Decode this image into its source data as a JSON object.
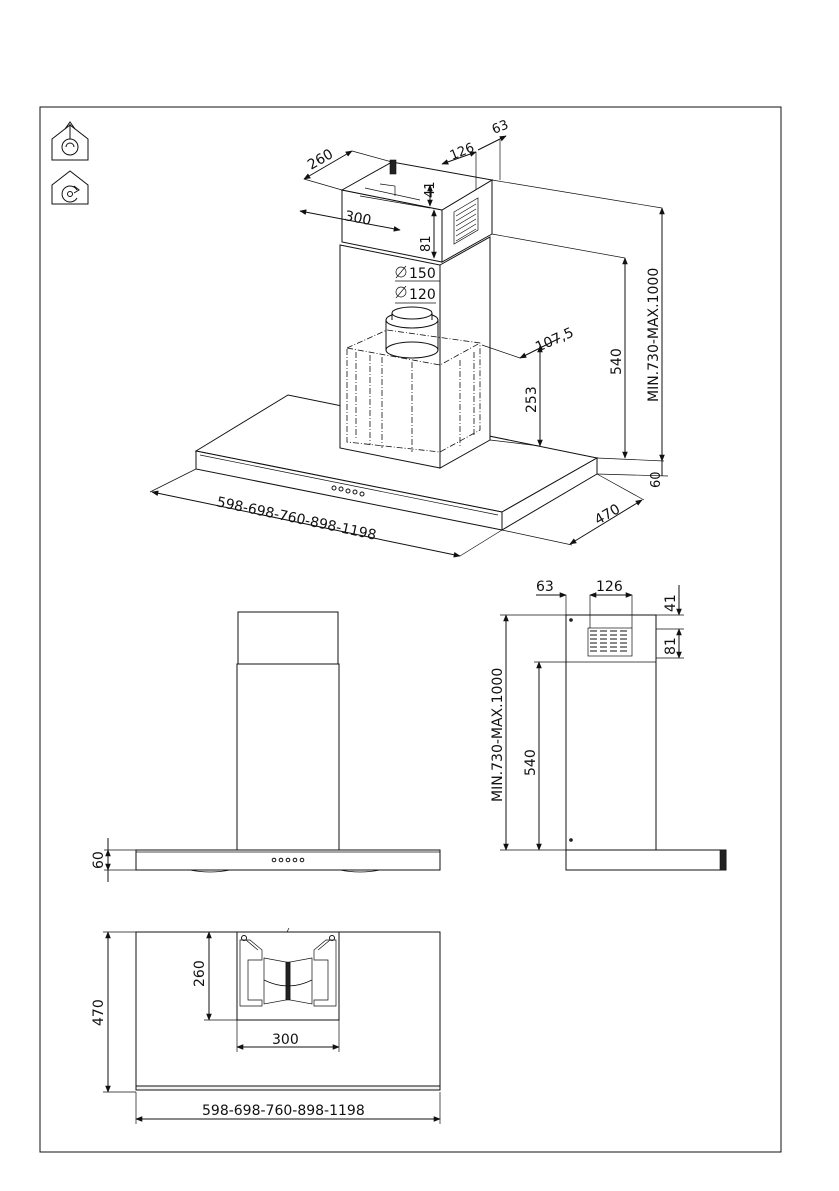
{
  "icons": {
    "ducted": "ducted-mode-icon",
    "recirculation": "recirculation-mode-icon"
  },
  "iso": {
    "d260": "260",
    "d126": "126",
    "d63": "63",
    "d41": "41",
    "d300": "300",
    "d81": "81",
    "d150": "150",
    "d120": "120",
    "d107": "107,5",
    "d540": "540",
    "dmin": "MIN.730-MAX.1000",
    "d253": "253",
    "d60": "60",
    "d470": "470",
    "dwidth": "598-698-760-898-1198"
  },
  "front": {
    "d60": "60"
  },
  "side": {
    "d63": "63",
    "d126": "126",
    "d41": "41",
    "d81": "81",
    "dmin": "MIN.730-MAX.1000",
    "d540": "540"
  },
  "top": {
    "d260": "260",
    "d470": "470",
    "d300": "300",
    "dwidth": "598-698-760-898-1198"
  }
}
